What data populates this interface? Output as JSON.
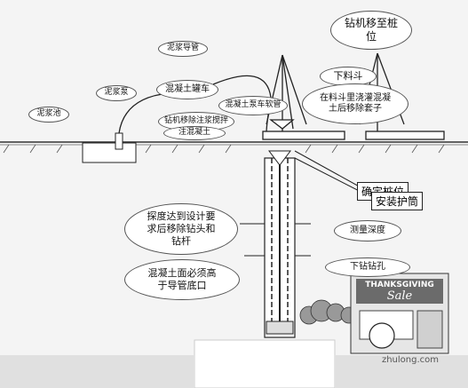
{
  "labels": {
    "slurry_pool": "泥浆池",
    "slurry_pump": "泥浆泵",
    "slurry_pipe": "泥浆导管",
    "concrete_tanker": "混凝土罐车",
    "concrete_pump_hose": "混凝土泵车软管",
    "drill_rig_pouring": "钻机移除注浆搅拌",
    "pouring_concrete": "注混凝土",
    "rig_move": "钻机移至桩位",
    "feed_cage": "下料斗",
    "feed_hopper_note": "在料斗里浇灌混凝土后移除套子",
    "confirm_pile_position": "确定桩位",
    "install_casing": "安装护筒",
    "design_depth_note": "探度达到设计要求后移除钻头和钻杆",
    "concrete_surface_note": "混凝土面必须高于导管底口",
    "measure_depth": "测量深度",
    "drill_hole": "下钻钻孔",
    "store_sign_line1": "THANKSGIVING",
    "store_sign_line2": "Sale",
    "watermark": "zhulong.com"
  },
  "colors": {
    "line": "#222222",
    "cloud_fill": "#ffffff",
    "ground": "#333333",
    "store_sign": "#6b6b6b",
    "background": "#f4f4f4"
  }
}
